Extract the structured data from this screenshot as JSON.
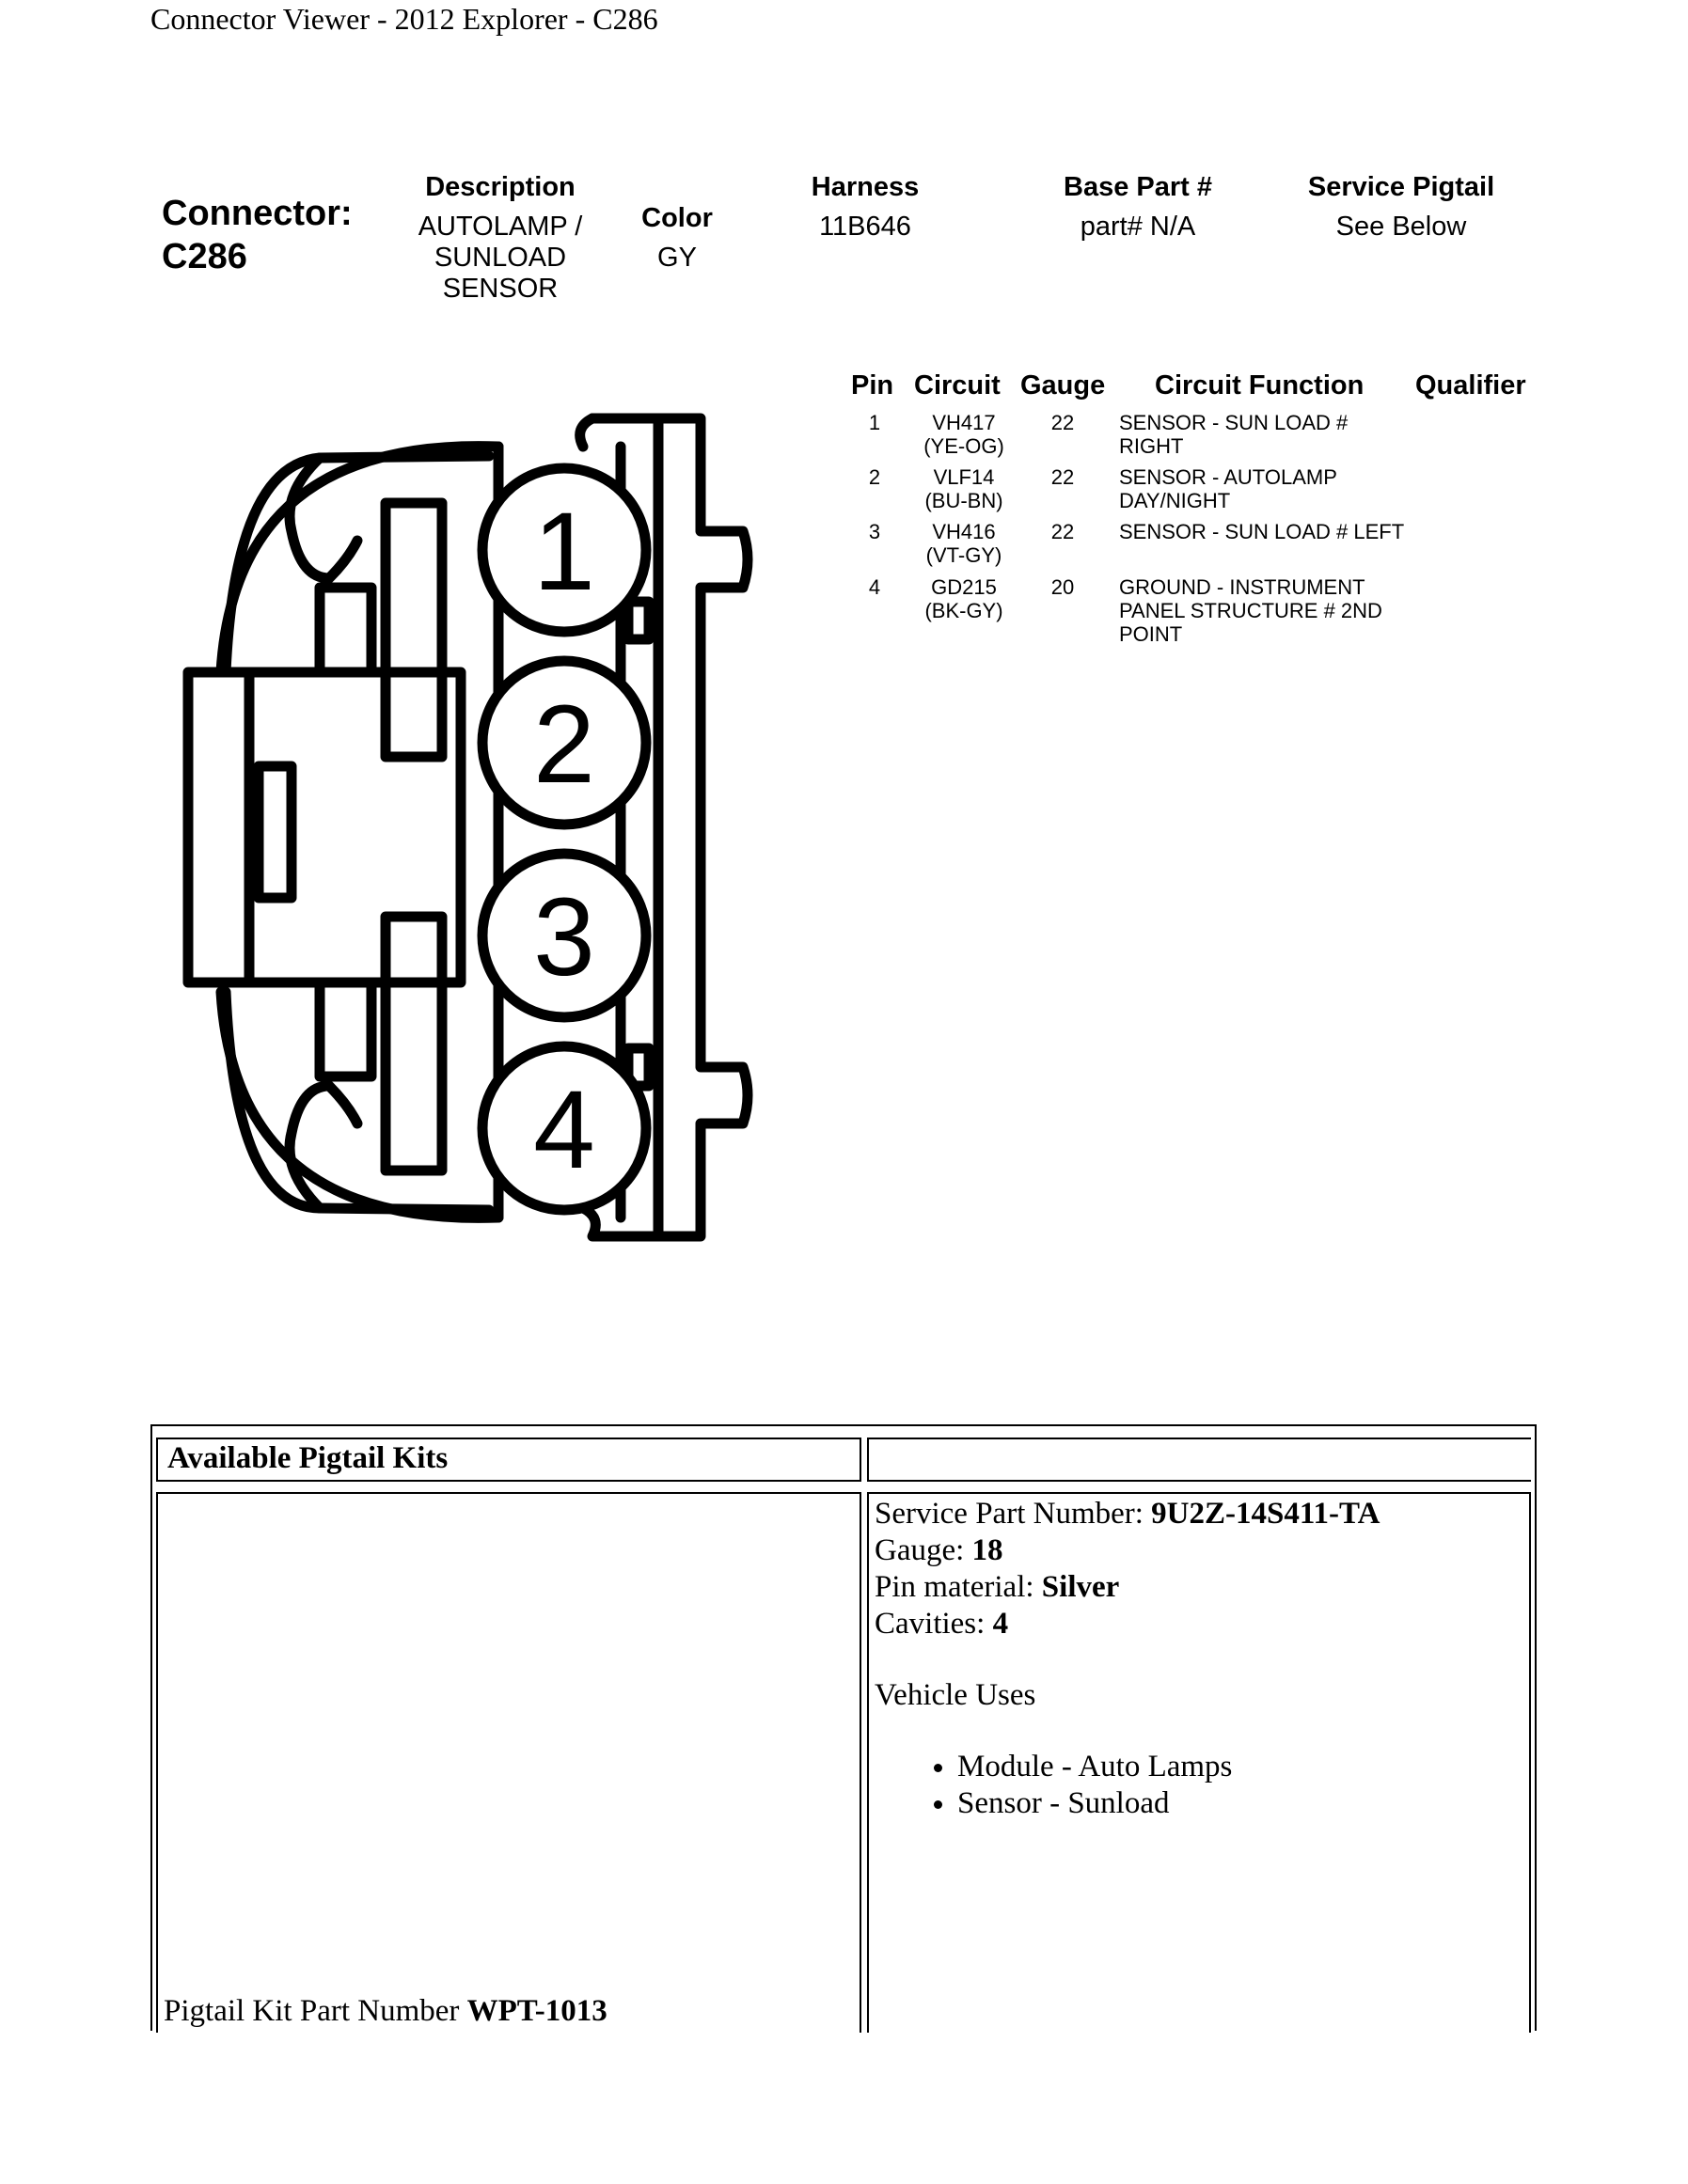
{
  "header": {
    "title": "Connector Viewer - 2012 Explorer - C286"
  },
  "connector": {
    "label": "Connector:",
    "id": "C286",
    "description_heading": "Description",
    "description_lines": [
      "AUTOLAMP /",
      "SUNLOAD",
      "SENSOR"
    ],
    "color_heading": "Color",
    "color_value": "GY",
    "harness_heading": "Harness",
    "harness_value": "11B646",
    "base_part_heading": "Base Part #",
    "base_part_value": "part# N/A",
    "service_pigtail_heading": "Service Pigtail",
    "service_pigtail_value": "See Below"
  },
  "pin_table": {
    "headers": [
      "Pin",
      "Circuit",
      "Gauge",
      "Circuit Function",
      "Qualifier"
    ],
    "rows": [
      {
        "pin": "1",
        "circuit": "VH417",
        "circuit_color": "(YE-OG)",
        "gauge": "22",
        "function_lines": [
          "SENSOR - SUN LOAD #",
          "RIGHT"
        ],
        "qualifier": ""
      },
      {
        "pin": "2",
        "circuit": "VLF14",
        "circuit_color": "(BU-BN)",
        "gauge": "22",
        "function_lines": [
          "SENSOR - AUTOLAMP",
          "DAY/NIGHT"
        ],
        "qualifier": ""
      },
      {
        "pin": "3",
        "circuit": "VH416",
        "circuit_color": "(VT-GY)",
        "gauge": "22",
        "function_lines": [
          "SENSOR - SUN LOAD # LEFT"
        ],
        "qualifier": ""
      },
      {
        "pin": "4",
        "circuit": "GD215",
        "circuit_color": "(BK-GY)",
        "gauge": "20",
        "function_lines": [
          "GROUND - INSTRUMENT",
          "PANEL STRUCTURE # 2ND",
          "POINT"
        ],
        "qualifier": ""
      }
    ]
  },
  "diagram": {
    "pin_numbers": [
      "1",
      "2",
      "3",
      "4"
    ]
  },
  "pigtail": {
    "title": "Available Pigtail Kits",
    "kit_label": "Pigtail Kit Part Number ",
    "kit_value": "WPT-1013",
    "service_part_label": "Service Part Number: ",
    "service_part_value": "9U2Z-14S411-TA",
    "gauge_label": "Gauge: ",
    "gauge_value": "18",
    "pin_material_label": "Pin material: ",
    "pin_material_value": "Silver",
    "cavities_label": "Cavities: ",
    "cavities_value": "4",
    "vehicle_uses_title": "Vehicle Uses",
    "vehicle_uses": [
      "Module - Auto Lamps",
      "Sensor - Sunload"
    ]
  }
}
